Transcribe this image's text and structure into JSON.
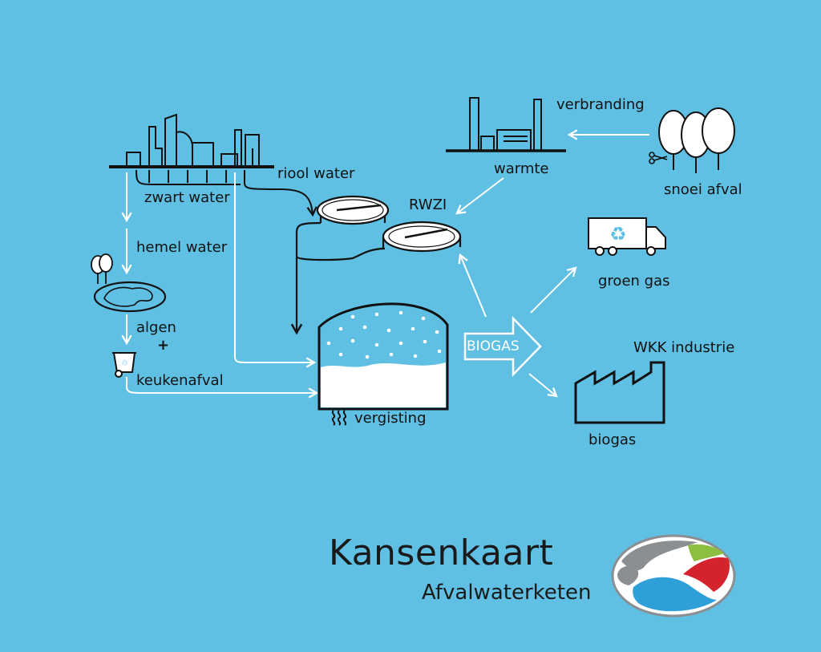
{
  "labels": {
    "riool_water": "riool water",
    "zwart_water": "zwart water",
    "hemel_water": "hemel water",
    "algen": "algen",
    "plus": "+",
    "keukenafval": "keukenafval",
    "rwzi": "RWZI",
    "vergisting": "vergisting",
    "biogas_arrow": "BIOGAS",
    "verbranding": "verbranding",
    "warmte": "warmte",
    "snoei_afval": "snoei afval",
    "groen_gas": "groen gas",
    "wkk_industrie": "WKK industrie",
    "biogas": "biogas"
  },
  "brand": {
    "title": "Kansenkaart",
    "subtitle": "Afvalwaterketen"
  },
  "colors": {
    "background": "#5fc0e3",
    "logo_grey": "#8b8f92",
    "logo_green": "#8cbf3f",
    "logo_red": "#d5232e",
    "logo_blue": "#2f9fd8"
  }
}
